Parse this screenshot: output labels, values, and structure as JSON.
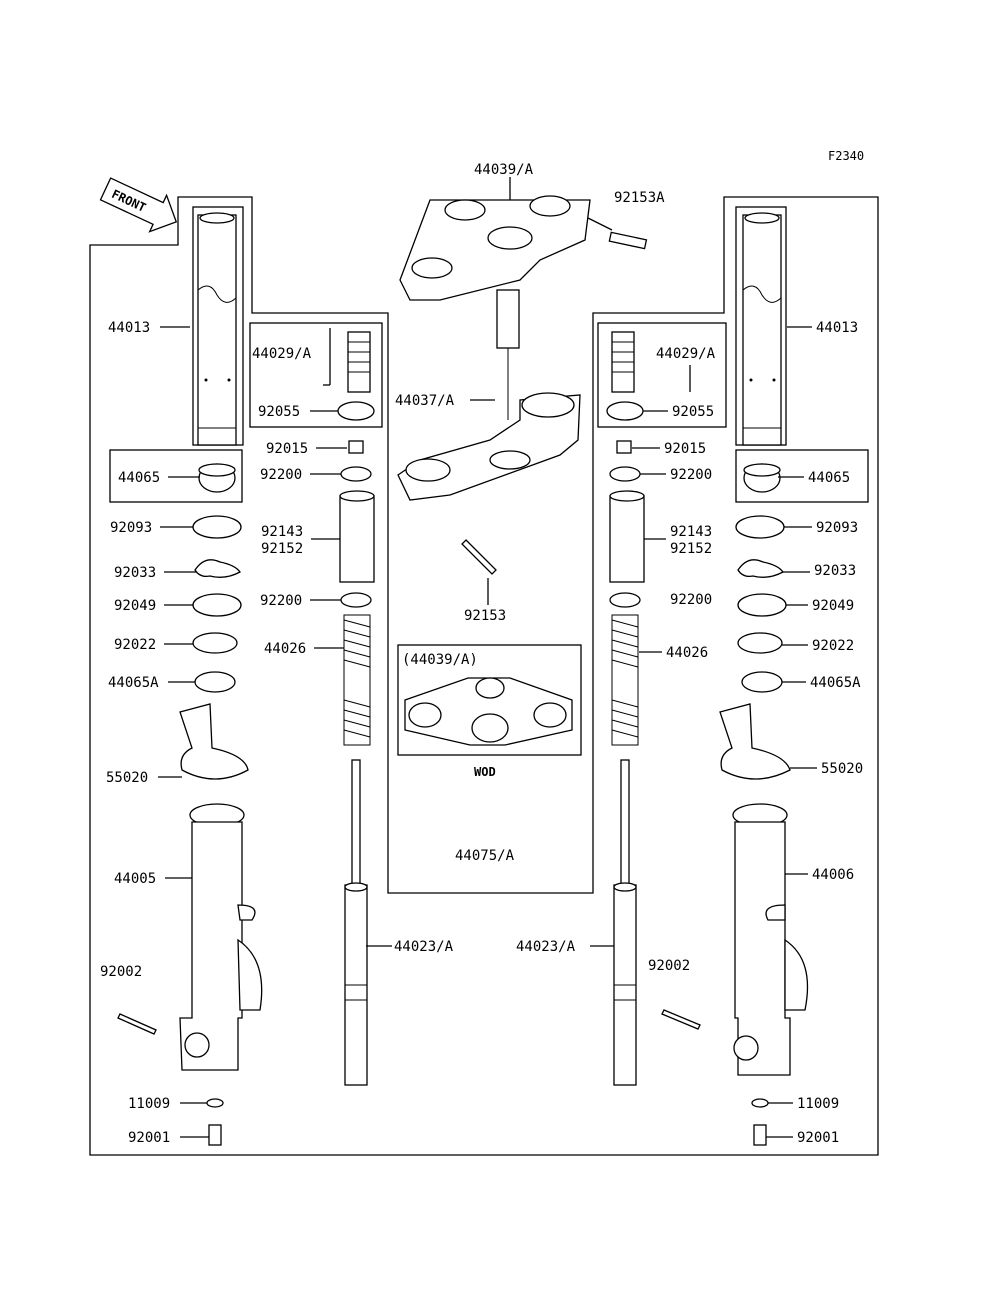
{
  "diagram_code": "F2340",
  "front_label": "FRONT",
  "inset": {
    "title": "(44039/A)",
    "caption": "WOD"
  },
  "left_labels": {
    "p44013": "44013",
    "p44029": "44029/A",
    "p92055": "92055",
    "p44065": "44065",
    "p92015": "92015",
    "p92200a": "92200",
    "p92143": "92143",
    "p92152": "92152",
    "p92200b": "92200",
    "p44026": "44026",
    "p92093": "92093",
    "p92033": "92033",
    "p92049": "92049",
    "p92022": "92022",
    "p44065A": "44065A",
    "p55020": "55020",
    "p44005": "44005",
    "p92002": "92002",
    "p44023": "44023/A",
    "p11009": "11009",
    "p92001": "92001"
  },
  "center_labels": {
    "p44039": "44039/A",
    "p92153A": "92153A",
    "p44037": "44037/A",
    "p92153": "92153",
    "p44075": "44075/A"
  },
  "right_labels": {
    "p44013": "44013",
    "p44029": "44029/A",
    "p92055": "92055",
    "p44065": "44065",
    "p92015": "92015",
    "p92200a": "92200",
    "p92143": "92143",
    "p92152": "92152",
    "p92200b": "92200",
    "p44026": "44026",
    "p92093": "92093",
    "p92033": "92033",
    "p92049": "92049",
    "p92022": "92022",
    "p44065A": "44065A",
    "p55020": "55020",
    "p44006": "44006",
    "p92002": "92002",
    "p44023": "44023/A",
    "p11009": "11009",
    "p92001": "92001"
  }
}
